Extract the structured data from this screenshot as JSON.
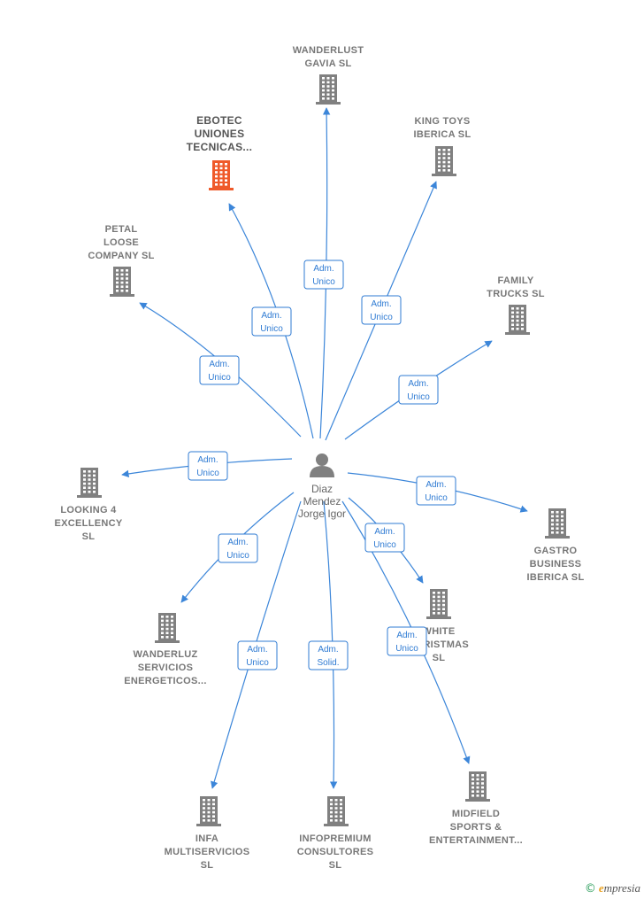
{
  "colors": {
    "edge": "#3c86d9",
    "building": "#808080",
    "building_highlight": "#ef5a2a",
    "person": "#808080"
  },
  "center": {
    "icon": "person-icon",
    "label_lines": [
      "Diaz",
      "Mendez",
      "Jorge Igor"
    ]
  },
  "companies": [
    {
      "id": "wanderlust",
      "label_lines": [
        "WANDERLUST",
        "GAVIA  SL"
      ],
      "highlight": false
    },
    {
      "id": "ebotec",
      "label_lines": [
        "EBOTEC",
        "UNIONES",
        "TECNICAS..."
      ],
      "highlight": true
    },
    {
      "id": "kingtoys",
      "label_lines": [
        "KING TOYS",
        "IBERICA  SL"
      ],
      "highlight": false
    },
    {
      "id": "petal",
      "label_lines": [
        "PETAL",
        "LOOSE",
        "COMPANY  SL"
      ],
      "highlight": false
    },
    {
      "id": "family",
      "label_lines": [
        "FAMILY",
        "TRUCKS  SL"
      ],
      "highlight": false
    },
    {
      "id": "looking4",
      "label_lines": [
        "LOOKING 4",
        "EXCELLENCY",
        "SL"
      ],
      "highlight": false
    },
    {
      "id": "gastro",
      "label_lines": [
        "GASTRO",
        "BUSINESS",
        "IBERICA  SL"
      ],
      "highlight": false
    },
    {
      "id": "white",
      "label_lines": [
        "WHITE",
        "CHRISTMAS",
        "SL"
      ],
      "highlight": false
    },
    {
      "id": "wanderluz",
      "label_lines": [
        "WANDERLUZ",
        "SERVICIOS",
        "ENERGETICOS..."
      ],
      "highlight": false
    },
    {
      "id": "infa",
      "label_lines": [
        "INFA",
        "MULTISERVICIOS",
        "SL"
      ],
      "highlight": false
    },
    {
      "id": "infopremium",
      "label_lines": [
        "INFOPREMIUM",
        "CONSULTORES",
        "SL"
      ],
      "highlight": false
    },
    {
      "id": "midfield",
      "label_lines": [
        "MIDFIELD",
        "SPORTS &",
        "ENTERTAINMENT..."
      ],
      "highlight": false
    }
  ],
  "relations": [
    {
      "to": "wanderlust",
      "lines": [
        "Adm.",
        "Unico"
      ]
    },
    {
      "to": "ebotec",
      "lines": [
        "Adm.",
        "Unico"
      ]
    },
    {
      "to": "kingtoys",
      "lines": [
        "Adm.",
        "Unico"
      ]
    },
    {
      "to": "petal",
      "lines": [
        "Adm.",
        "Unico"
      ]
    },
    {
      "to": "family",
      "lines": [
        "Adm.",
        "Unico"
      ]
    },
    {
      "to": "looking4",
      "lines": [
        "Adm.",
        "Unico"
      ]
    },
    {
      "to": "gastro",
      "lines": [
        "Adm.",
        "Unico"
      ]
    },
    {
      "to": "white",
      "lines": [
        "Adm.",
        "Unico"
      ]
    },
    {
      "to": "wanderluz",
      "lines": [
        "Adm.",
        "Unico"
      ]
    },
    {
      "to": "infa",
      "lines": [
        "Adm.",
        "Unico"
      ]
    },
    {
      "to": "infopremium",
      "lines": [
        "Adm.",
        "Solid."
      ]
    },
    {
      "to": "midfield",
      "lines": [
        "Adm.",
        "Unico"
      ]
    }
  ],
  "footer": {
    "copyright_symbol": "©",
    "brand_initial": "e",
    "brand_rest": "mpresia"
  }
}
